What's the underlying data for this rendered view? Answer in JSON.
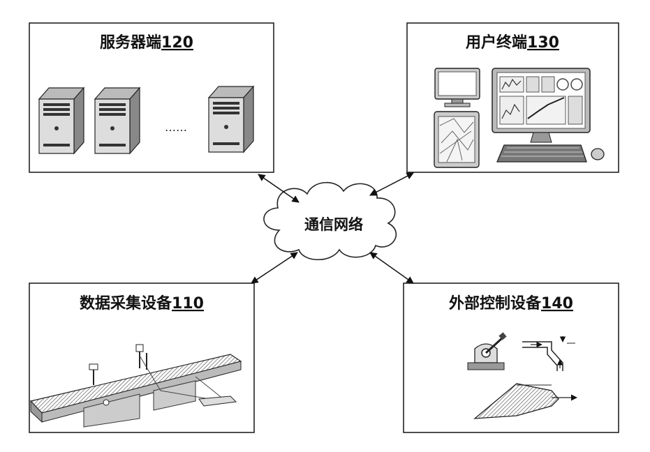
{
  "diagram": {
    "server": {
      "title": "服务器端",
      "ref": "120",
      "dots": "……"
    },
    "terminal": {
      "title": "用户终端",
      "ref": "130"
    },
    "collector": {
      "title": "数据采集设备",
      "ref": "110"
    },
    "controller": {
      "title": "外部控制设备",
      "ref": "140"
    },
    "network": {
      "label": "通信网络"
    }
  }
}
